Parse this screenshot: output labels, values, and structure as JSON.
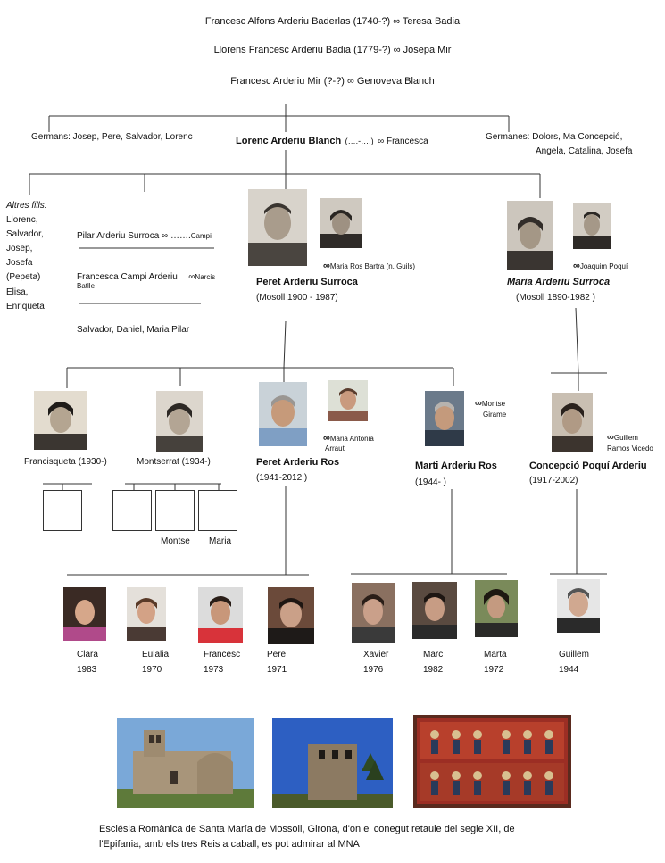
{
  "ancestors": {
    "gen1": "Francesc Alfons Arderiu Baderlas  (1740-?) ∞ Teresa Badia",
    "gen2": "Llorens Francesc Arderiu Badia  (1779-?) ∞ Josepa Mir",
    "gen3": "Francesc Arderiu Mir (?-?) ∞ Genoveva Blanch"
  },
  "gen4": {
    "germans": "Germans: Josep, Pere, Salvador, Lorenc",
    "main_name": "Lorenc Arderiu Blanch",
    "main_dates": "(….-….)",
    "main_spouse": "∞  Francesca",
    "germanes_line1": "Germanes: Dolors, Ma Concepció,",
    "germanes_line2": "Angela, Catalina, Josefa"
  },
  "gen5": {
    "altres_fills_title": "Altres fills:",
    "altres_fills": [
      "Llorenc,",
      "Salvador,",
      "Josep,",
      "Josefa",
      "(Pepeta)",
      "Elisa,",
      "Enriqueta"
    ],
    "pilar": "Pilar Arderiu Surroca ∞ …….",
    "pilar_spouse": "Campi",
    "francesca": "Francesca Campi Arderiu",
    "francesca_spouse_sym": "∞",
    "francesca_spouse": "Narcis",
    "francesca_spouse2": "Batlle",
    "salvador": "Salvador, Daniel, Maria Pilar",
    "peret_spouse": "∞",
    "peret_spouse_name": "Maria Ros Bartra (n. Guils)",
    "peret_name": "Peret Arderiu Surroca",
    "peret_dates": "(Mosoll 1900 - 1987)",
    "maria_spouse": "∞",
    "maria_spouse_name": "Joaquim Poquí",
    "maria_name": "Maria Arderiu Surroca",
    "maria_dates": "(Mosoll 1890-1982  )"
  },
  "gen6": {
    "francisqueta": "Francisqueta (1930-)",
    "montserrat": "Montserrat  (1934-)",
    "peret_ros_spouse_sym": "∞",
    "peret_ros_spouse": "Maria Antonia",
    "peret_ros_spouse2": "Arraut",
    "peret_ros_name": "Peret Arderiu Ros",
    "peret_ros_dates": "(1941-2012 )",
    "marti_spouse_sym": "∞",
    "marti_spouse": "Montse",
    "marti_spouse2": "Girame",
    "marti_name": "Marti Arderiu Ros",
    "marti_dates": "(1944-   )",
    "concepcio_spouse_sym": "∞",
    "concepcio_spouse": "Guillem",
    "concepcio_spouse2": "Ramos Vicedo",
    "concepcio_name": "Concepció Poquí Arderiu",
    "concepcio_dates": "(1917-2002)",
    "montse_label": "Montse",
    "maria_label": "Maria"
  },
  "gen7": [
    {
      "name": "Clara",
      "year": "1983"
    },
    {
      "name": "Eulalia",
      "year": "1970"
    },
    {
      "name": "Francesc",
      "year": "1973"
    },
    {
      "name": "Pere",
      "year": "1971"
    },
    {
      "name": "Xavier",
      "year": "1976"
    },
    {
      "name": "Marc",
      "year": "1982"
    },
    {
      "name": "Marta",
      "year": "1972"
    },
    {
      "name": "Guillem",
      "year": "1944"
    }
  ],
  "caption_line1": "Esclésia Romànica de Santa María de Mossoll, Girona, d'on el conegut retaule del segle XII, de",
  "caption_line2": "l'Epifania, amb els tres Reis a caball, es pot admirar al MNA"
}
